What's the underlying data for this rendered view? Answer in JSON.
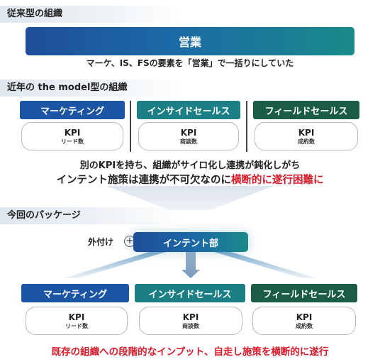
{
  "sections": {
    "traditional": "従来型の組織",
    "recent": "近年の the model型の組織",
    "package": "今回のパッケージ"
  },
  "sales": {
    "label": "営業",
    "note": "マーケ、IS、FSの要素を「営業」で一括りにしていた"
  },
  "teams": {
    "marketing": "マーケティング",
    "inside_sales": "インサイドセールス",
    "field_sales": "フィールドセールス"
  },
  "kpis": {
    "label": "KPI",
    "marketing": "リード数",
    "inside_sales": "商談数",
    "field_sales": "成約数"
  },
  "issues": {
    "line1": "別のKPIを持ち、組織がサイロ化し連携が鈍化しがち",
    "line2_prefix": "インテント施策は連携が不可欠なのに",
    "line2_highlight": "横断的に遂行困難に"
  },
  "package": {
    "intent_dept": "インテント部",
    "outsource": "外付け",
    "conclusion": "既存の組織への段階的なインプット、自走し施策を横断的に遂行"
  },
  "colors": {
    "blue": "#1d55a5",
    "teal": "#1b7f85",
    "green": "#1b5c45",
    "highlight_red": "#d81b2a"
  }
}
